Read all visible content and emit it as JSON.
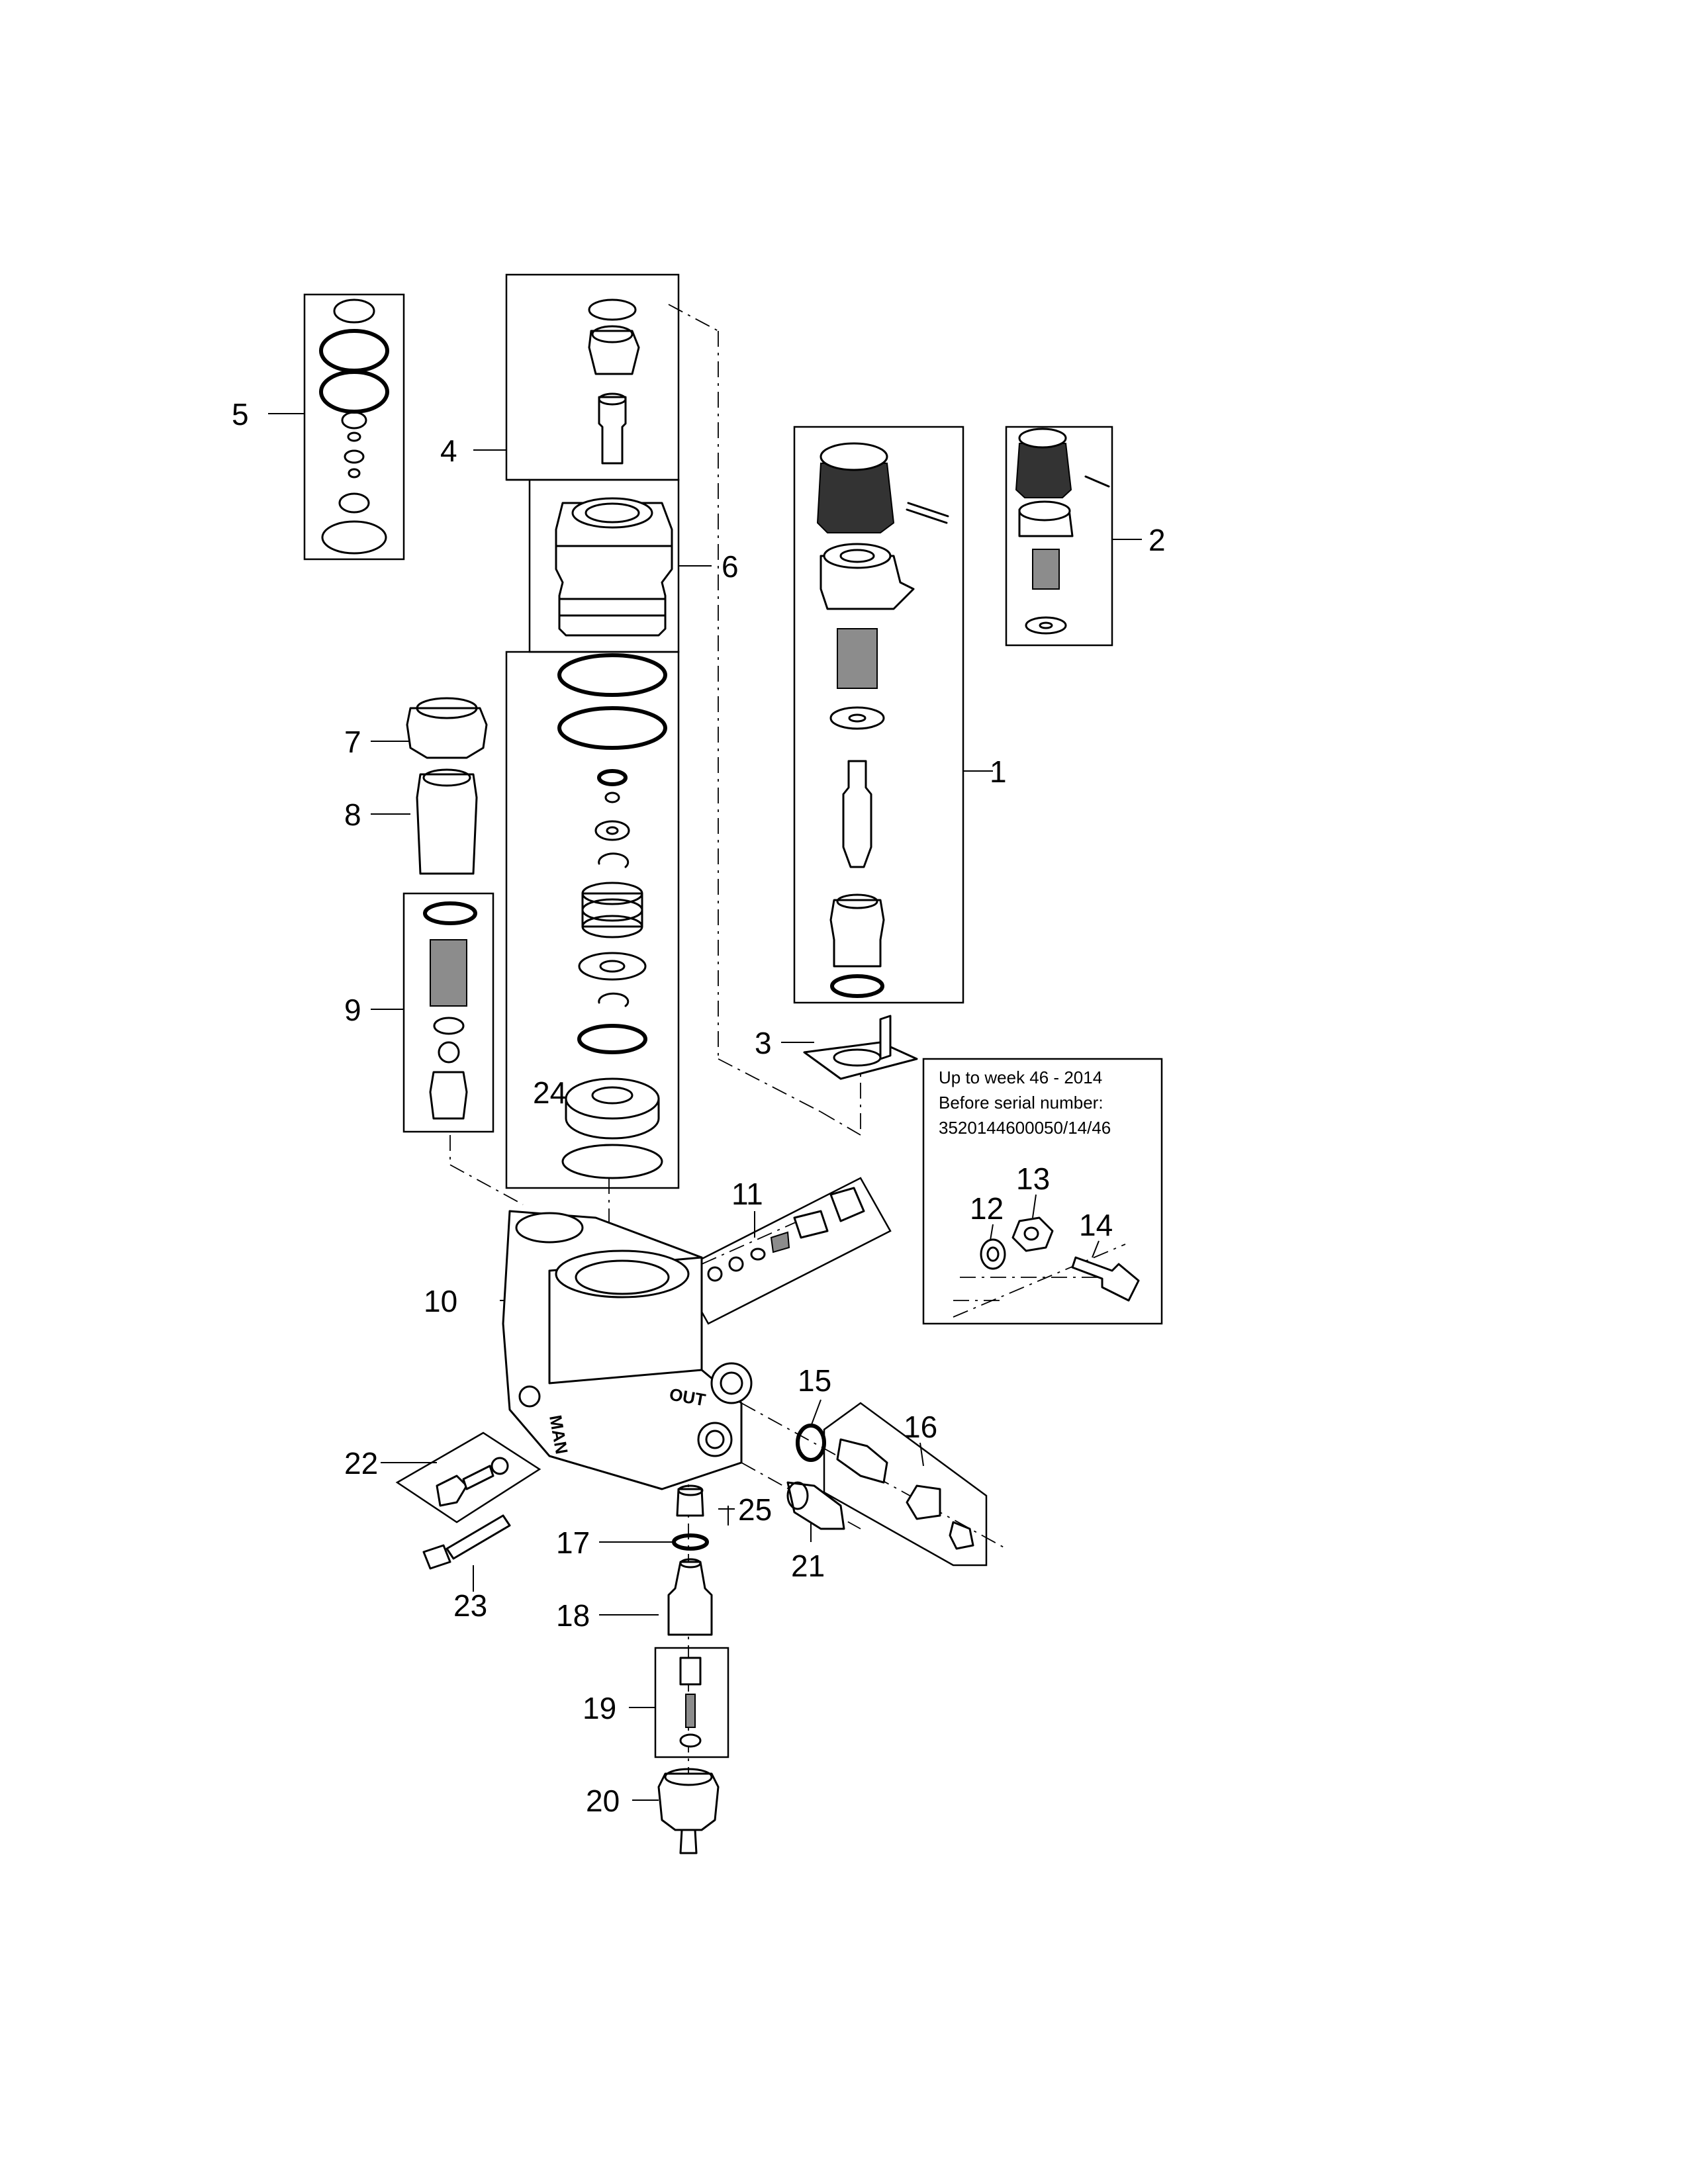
{
  "callouts": [
    {
      "id": "1",
      "text": "1"
    },
    {
      "id": "2",
      "text": "2"
    },
    {
      "id": "3",
      "text": "3"
    },
    {
      "id": "4",
      "text": "4"
    },
    {
      "id": "5",
      "text": "5"
    },
    {
      "id": "6",
      "text": "6"
    },
    {
      "id": "7",
      "text": "7"
    },
    {
      "id": "8",
      "text": "8"
    },
    {
      "id": "9",
      "text": "9"
    },
    {
      "id": "10",
      "text": "10"
    },
    {
      "id": "11",
      "text": "11"
    },
    {
      "id": "12",
      "text": "12"
    },
    {
      "id": "13",
      "text": "13"
    },
    {
      "id": "14",
      "text": "14"
    },
    {
      "id": "15",
      "text": "15"
    },
    {
      "id": "16",
      "text": "16"
    },
    {
      "id": "17",
      "text": "17"
    },
    {
      "id": "18",
      "text": "18"
    },
    {
      "id": "19",
      "text": "19"
    },
    {
      "id": "20",
      "text": "20"
    },
    {
      "id": "21",
      "text": "21"
    },
    {
      "id": "22",
      "text": "22"
    },
    {
      "id": "23",
      "text": "23"
    },
    {
      "id": "24",
      "text": "24"
    },
    {
      "id": "25",
      "text": "25"
    }
  ],
  "note": {
    "line1": "Up to week 46 - 2014",
    "line2": "Before serial number:",
    "line3": "3520144600050/14/46"
  },
  "body_marks": {
    "out_label": "OUT",
    "brand_label": "MAN"
  }
}
